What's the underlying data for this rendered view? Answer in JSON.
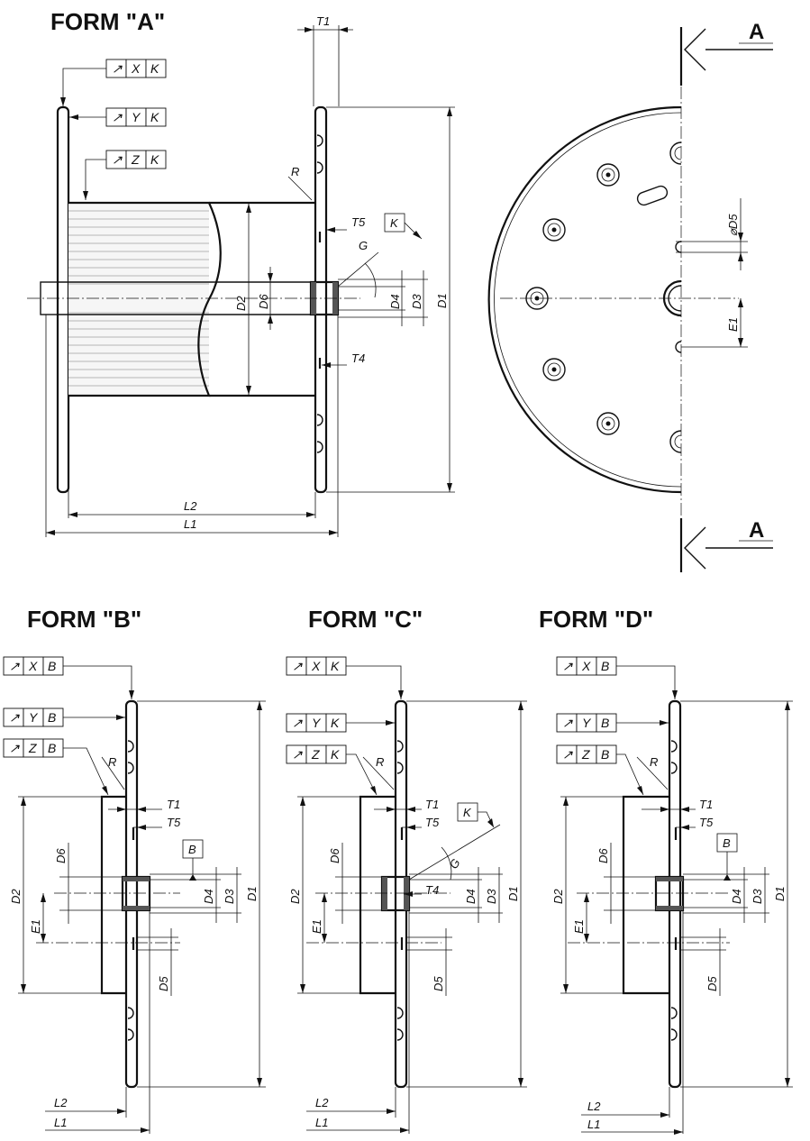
{
  "forms": {
    "a": {
      "title": "FORM \"A\""
    },
    "b": {
      "title": "FORM \"B\""
    },
    "c": {
      "title": "FORM \"C\""
    },
    "d": {
      "title": "FORM \"D\""
    }
  },
  "section_label": "A",
  "symbol": "↗",
  "frames": {
    "a": [
      [
        "↗",
        "X",
        "K"
      ],
      [
        "↗",
        "Y",
        "K"
      ],
      [
        "↗",
        "Z",
        "K"
      ]
    ],
    "b": [
      [
        "↗",
        "X",
        "B"
      ],
      [
        "↗",
        "Y",
        "B"
      ],
      [
        "↗",
        "Z",
        "B"
      ]
    ],
    "c": [
      [
        "↗",
        "X",
        "K"
      ],
      [
        "↗",
        "Y",
        "K"
      ],
      [
        "↗",
        "Z",
        "K"
      ]
    ],
    "d": [
      [
        "↗",
        "X",
        "B"
      ],
      [
        "↗",
        "Y",
        "B"
      ],
      [
        "↗",
        "Z",
        "B"
      ]
    ]
  },
  "datum": {
    "k": "K",
    "b": "B"
  },
  "dims": {
    "T1": "T1",
    "T4": "T4",
    "T5": "T5",
    "D1": "D1",
    "D2": "D2",
    "D3": "D3",
    "D4": "D4",
    "D5": "D5",
    "D6": "D6",
    "phiD5": "⌀D5",
    "E1": "E1",
    "L1": "L1",
    "L2": "L2",
    "R": "R",
    "G": "G"
  }
}
